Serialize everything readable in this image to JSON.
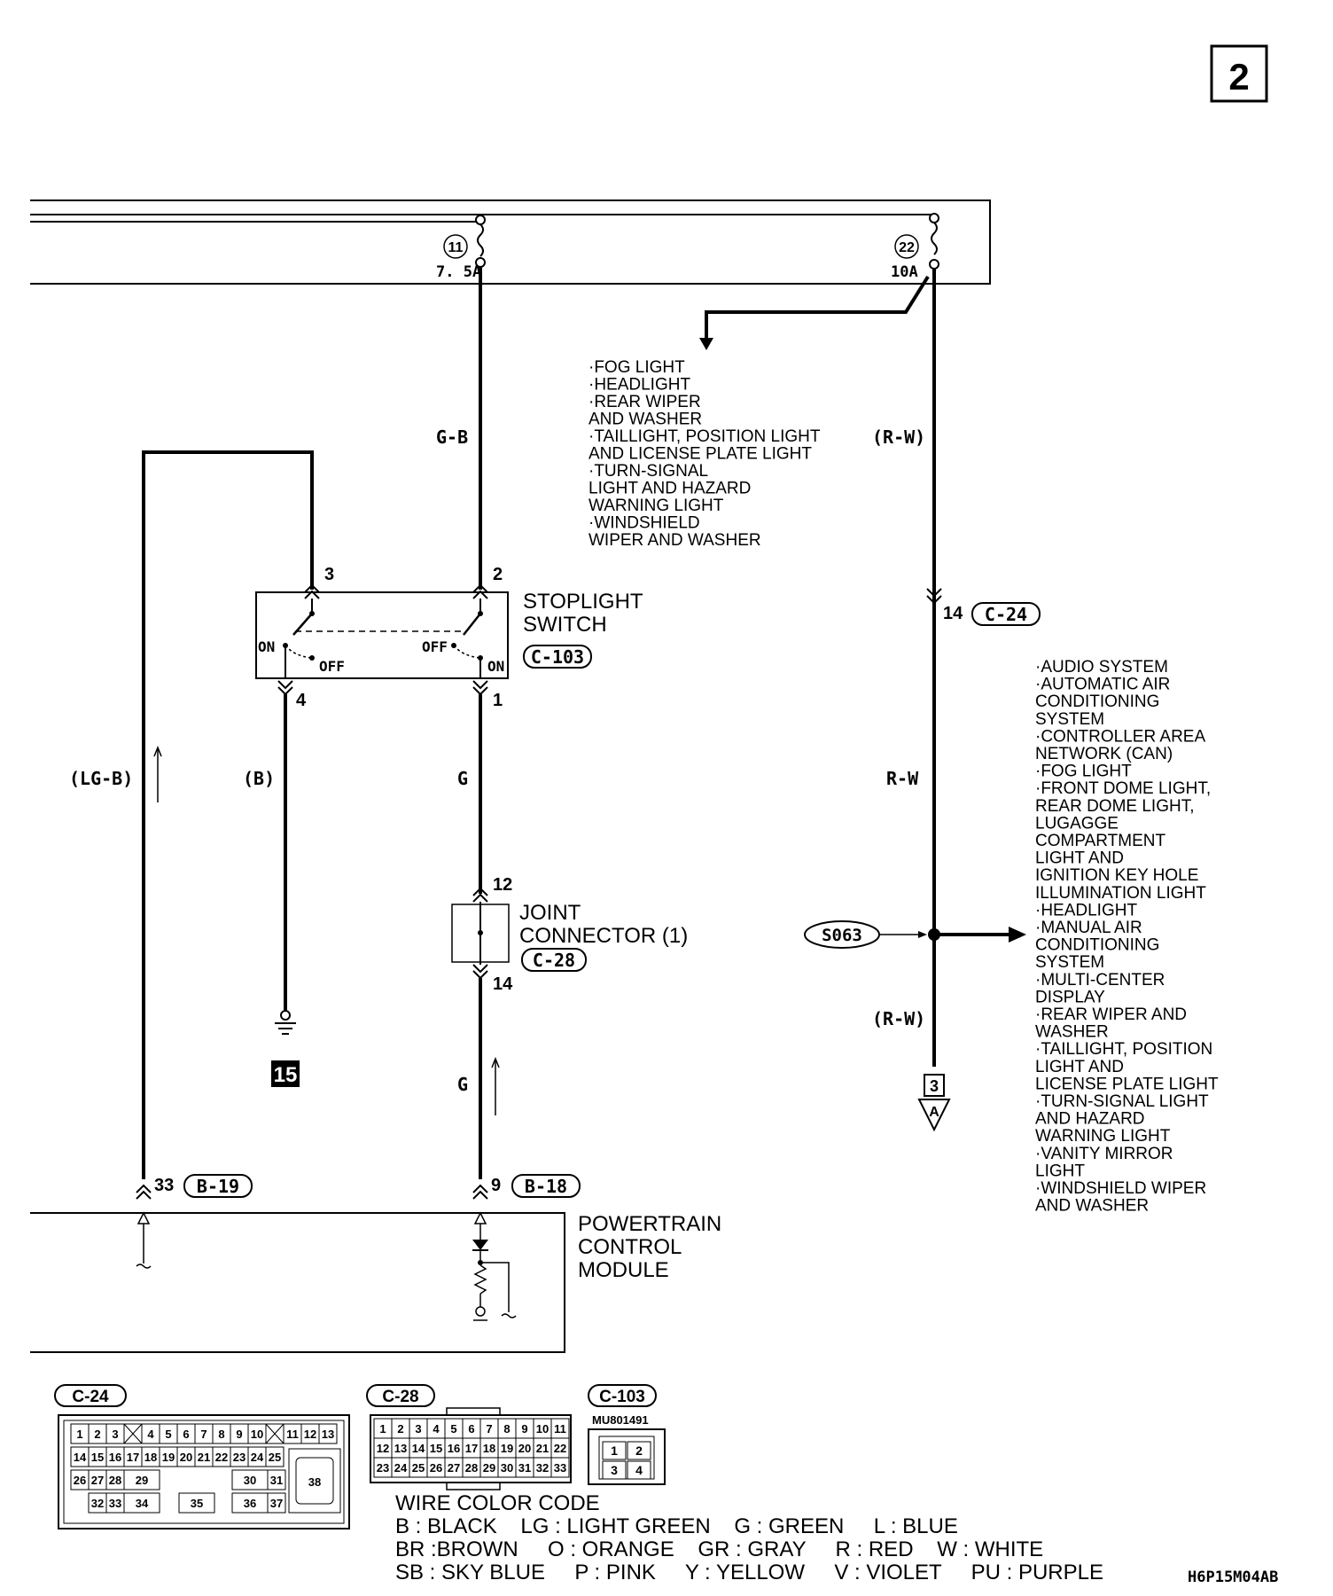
{
  "page_number": "2",
  "fuses": [
    {
      "number": "11",
      "rating": "7. 5A"
    },
    {
      "number": "22",
      "rating": "10A"
    }
  ],
  "fuse22_branch_list": [
    "·FOG LIGHT",
    "·HEADLIGHT",
    "·REAR WIPER",
    " AND WASHER",
    "·TAILLIGHT, POSITION LIGHT",
    " AND LICENSE PLATE LIGHT",
    "·TURN-SIGNAL",
    " LIGHT AND HAZARD",
    " WARNING LIGHT",
    "·WINDSHIELD",
    " WIPER AND WASHER"
  ],
  "wires": {
    "g_b": "G-B",
    "r_w_paren": "(R-W)",
    "lg_b": "(LG-B)",
    "b": "(B)",
    "g": "G",
    "r_w": "R-W"
  },
  "stoplight_switch": {
    "title_line1": "STOPLIGHT",
    "title_line2": "SWITCH",
    "connector": "C-103",
    "pins": [
      "3",
      "2",
      "4",
      "1"
    ],
    "positions": {
      "on": "ON",
      "off": "OFF"
    }
  },
  "c24_pin": {
    "pin": "14",
    "connector": "C-24"
  },
  "joint_connector": {
    "title_line1": "JOINT",
    "title_line2": "CONNECTOR (1)",
    "connector": "C-28",
    "pins": [
      "12",
      "14"
    ]
  },
  "ground": {
    "number": "15"
  },
  "splice": {
    "label": "S063"
  },
  "splice_branch_list": [
    "·AUDIO SYSTEM",
    "·AUTOMATIC AIR",
    " CONDITIONING",
    " SYSTEM",
    "·CONTROLLER AREA",
    " NETWORK (CAN)",
    "·FOG LIGHT",
    "·FRONT DOME LIGHT,",
    " REAR DOME LIGHT,",
    " LUGAGGE",
    " COMPARTMENT",
    " LIGHT AND",
    " IGNITION KEY HOLE",
    " ILLUMINATION LIGHT",
    "·HEADLIGHT",
    "·MANUAL AIR",
    " CONDITIONING",
    " SYSTEM",
    "·MULTI-CENTER",
    " DISPLAY",
    "·REAR WIPER AND",
    " WASHER",
    "·TAILLIGHT, POSITION",
    " LIGHT AND",
    " LICENSE PLATE LIGHT",
    "·TURN-SIGNAL LIGHT",
    " AND HAZARD",
    " WARNING LIGHT",
    "·VANITY MIRROR",
    " LIGHT",
    "·WINDSHIELD WIPER",
    " AND WASHER"
  ],
  "continuation": {
    "page": "3",
    "ref": "A"
  },
  "pcm": {
    "title_lines": [
      "POWERTRAIN",
      "CONTROL",
      "MODULE"
    ],
    "pin_a": {
      "pin": "33",
      "connector": "B-19"
    },
    "pin_b": {
      "pin": "9",
      "connector": "B-18"
    }
  },
  "connector_views": {
    "c24": {
      "label": "C-24",
      "row1": [
        "1",
        "2",
        "3",
        "",
        "4",
        "5",
        "6",
        "7",
        "8",
        "9",
        "10",
        "",
        "11",
        "12",
        "13"
      ],
      "row2": [
        "14",
        "15",
        "16",
        "17",
        "18",
        "19",
        "20",
        "21",
        "22",
        "23",
        "24",
        "25"
      ],
      "row3": [
        "26",
        "27",
        "28",
        "29",
        "30",
        "31"
      ],
      "row4": [
        "32",
        "33",
        "34",
        "35",
        "36",
        "37"
      ],
      "side": "38"
    },
    "c28": {
      "label": "C-28",
      "rows": [
        [
          "1",
          "2",
          "3",
          "4",
          "5",
          "6",
          "7",
          "8",
          "9",
          "10",
          "11"
        ],
        [
          "12",
          "13",
          "14",
          "15",
          "16",
          "17",
          "18",
          "19",
          "20",
          "21",
          "22"
        ],
        [
          "23",
          "24",
          "25",
          "26",
          "27",
          "28",
          "29",
          "30",
          "31",
          "32",
          "33"
        ]
      ]
    },
    "c103": {
      "label": "C-103",
      "part_number": "MU801491",
      "pins": [
        "1",
        "2",
        "3",
        "4"
      ]
    }
  },
  "wire_color_code": {
    "title": "WIRE COLOR CODE",
    "lines": [
      "B : BLACK    LG : LIGHT GREEN    G : GREEN     L : BLUE",
      "BR :BROWN     O : ORANGE    GR : GRAY     R : RED    W : WHITE",
      "SB : SKY BLUE     P : PINK     Y : YELLOW     V : VIOLET     PU : PURPLE"
    ]
  },
  "figure_code": "H6P15M04AB"
}
